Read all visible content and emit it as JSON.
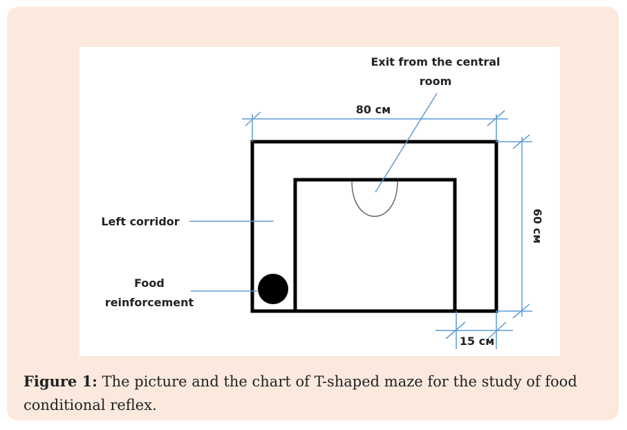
{
  "diagram": {
    "labels": {
      "exit_line1": "Exit from the central",
      "exit_line2": "room",
      "width": "80 см",
      "height": "60 см",
      "corridor_width": "15 см",
      "left_corridor": "Left corridor",
      "food_line1": "Food",
      "food_line2": "reinforcement"
    },
    "colors": {
      "dimension": "#5b9bd5",
      "wall": "#000000",
      "background": "#fbe9de"
    }
  },
  "caption": {
    "label": "Figure 1:",
    "text": " The picture and the chart of T-shaped maze for the study of food conditional reflex."
  }
}
